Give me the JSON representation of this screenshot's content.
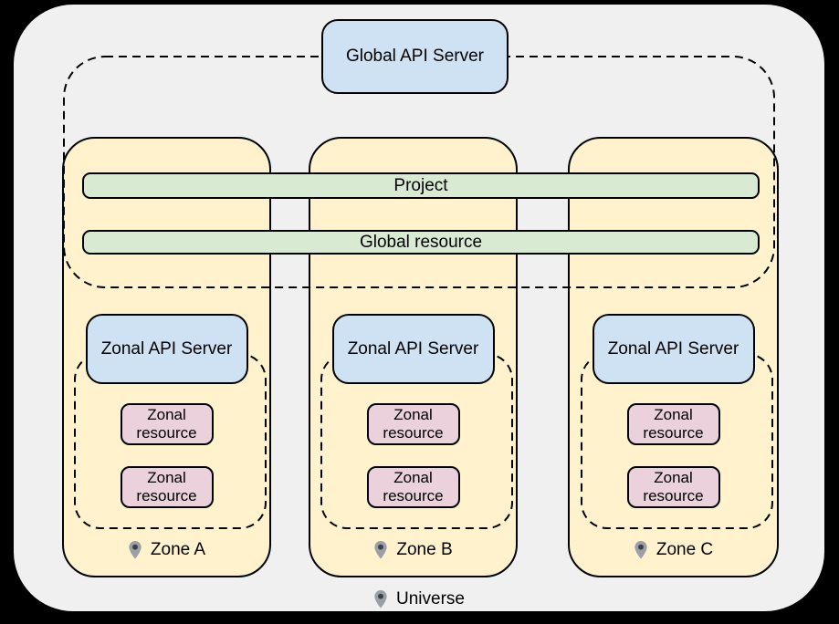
{
  "diagram": {
    "global_api_server": {
      "label": "Global API Server"
    },
    "bars": {
      "project": "Project",
      "global_resource": "Global resource"
    },
    "zones": [
      {
        "label": "Zone A",
        "api_server": "Zonal API Server",
        "resources": [
          "Zonal resource",
          "Zonal resource"
        ]
      },
      {
        "label": "Zone B",
        "api_server": "Zonal API Server",
        "resources": [
          "Zonal resource",
          "Zonal resource"
        ]
      },
      {
        "label": "Zone C",
        "api_server": "Zonal API Server",
        "resources": [
          "Zonal resource",
          "Zonal resource"
        ]
      }
    ],
    "universe": {
      "label": "Universe"
    },
    "icons": {
      "zone_marker": "location-pin-icon",
      "universe_marker": "location-pin-icon"
    },
    "colors": {
      "page_background": "#000000",
      "stage_background": "#f0f0f0",
      "zone_fill": "#fff2cc",
      "api_server_fill": "#cfe2f3",
      "bar_fill": "#d9ead3",
      "resource_fill": "#ead1dc",
      "border": "#000000",
      "dashed_border": "#000000",
      "pin_body": "#9aa0a6",
      "pin_dot": "#3c4043"
    }
  }
}
